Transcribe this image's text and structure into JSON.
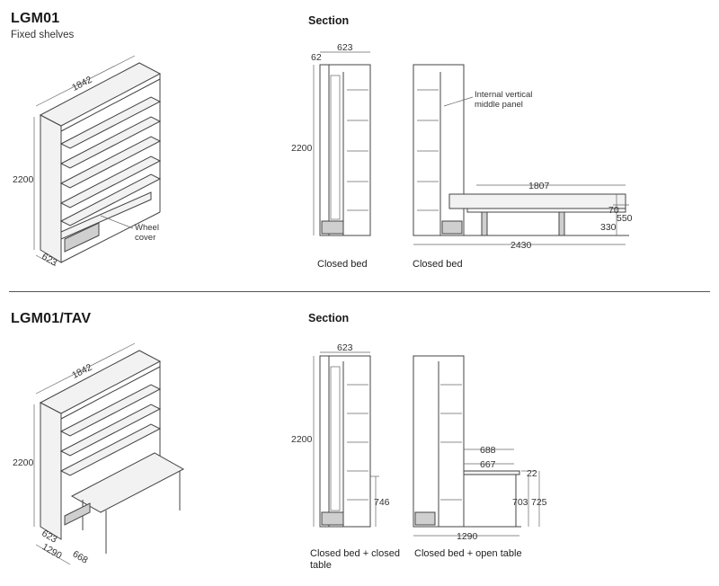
{
  "top": {
    "title": "LGM01",
    "subtitle": "Fixed shelves",
    "section": "Section",
    "iso": {
      "width": "1842",
      "height": "2200",
      "depth": "623",
      "note_line1": "Wheel",
      "note_line2": "cover"
    },
    "closed_a": {
      "width": "623",
      "top": "62",
      "height": "2200",
      "caption": "Closed bed"
    },
    "closed_b": {
      "note_line1": "Internal vertical",
      "note_line2": "middle panel",
      "bed_length": "1807",
      "mattress": "70",
      "bed_height": "550",
      "frame_height": "330",
      "total_length": "2430",
      "caption": "Closed bed"
    }
  },
  "bottom": {
    "title": "LGM01/TAV",
    "section": "Section",
    "iso": {
      "width": "1842",
      "height": "2200",
      "depth": "623",
      "total_depth": "1290",
      "table_depth": "668"
    },
    "closed_a": {
      "width": "623",
      "height": "2200",
      "table_height": "746",
      "caption_line1": "Closed bed + closed",
      "caption_line2": "table"
    },
    "closed_b": {
      "table_outer": "688",
      "table_inner": "667",
      "top_thickness": "22",
      "height_a": "703",
      "height_b": "725",
      "total": "1290",
      "caption": "Closed bed + open table"
    }
  }
}
